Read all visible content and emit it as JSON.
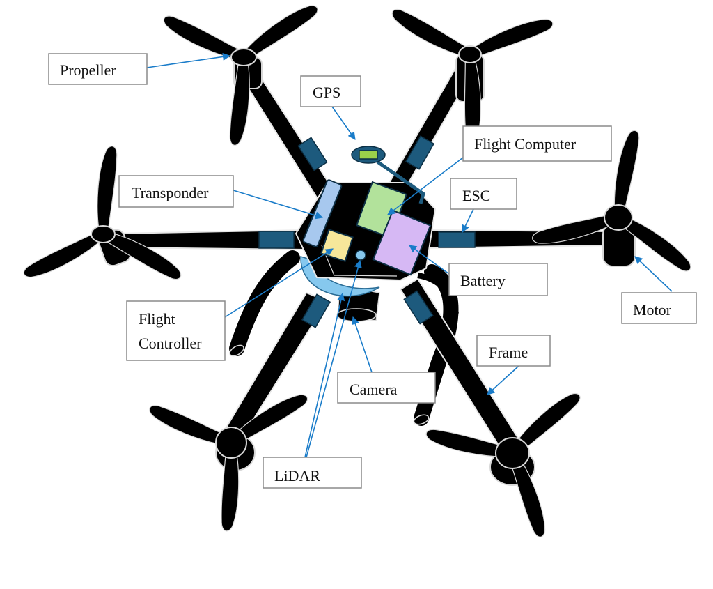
{
  "diagram": {
    "title": "Hexacopter drone component diagram",
    "labels": {
      "propeller": "Propeller",
      "gps": "GPS",
      "flight_computer": "Flight Computer",
      "transponder": "Transponder",
      "esc": "ESC",
      "battery": "Battery",
      "motor": "Motor",
      "flight_controller_line1": "Flight",
      "flight_controller_line2": "Controller",
      "frame": "Frame",
      "camera": "Camera",
      "lidar": "LiDAR"
    },
    "colors": {
      "leader_line": "#1a7cc9",
      "esc_module": "#1d5a7d",
      "transponder": "#a7c8ee",
      "flight_computer": "#b2e29b",
      "battery": "#d6b8f4",
      "flight_controller": "#f6e79a",
      "lidar": "#86c8ee",
      "gps": "#9bd14a",
      "gps_housing": "#1d5a7d",
      "frame": "#000000"
    }
  }
}
